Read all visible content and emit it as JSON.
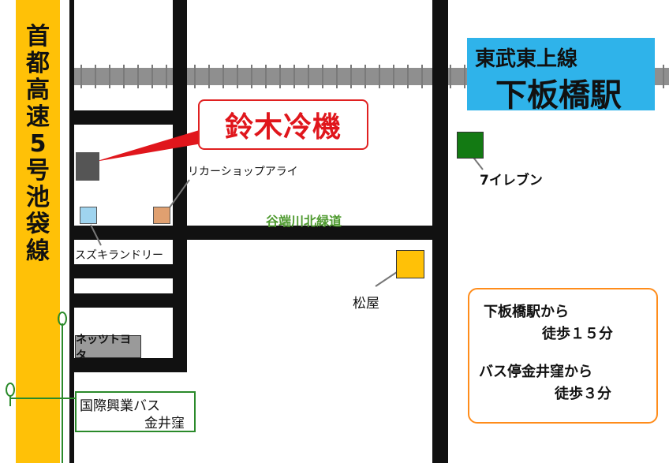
{
  "map": {
    "expressway_label": [
      "首",
      "都",
      "高",
      "速",
      "5",
      "号",
      "池",
      "袋",
      "線"
    ],
    "station": {
      "line": "東武東上線",
      "name": "下板橋駅"
    },
    "company": {
      "name": "鈴木冷機"
    },
    "landmarks": {
      "liquor_shop": "リカーショップアライ",
      "seven_eleven": "7イレブン",
      "river_path": "谷端川北緑道",
      "laundry": "スズキランドリー",
      "matsuya": "松屋",
      "netz_toyota": "ネッツトヨタ",
      "bus_stop_line1": "国際興業バス",
      "bus_stop_line2": "金井窪"
    },
    "access": {
      "line1": "下板橋駅から",
      "line2": "徒歩１５分",
      "line3": "バス停金井窪から",
      "line4": "徒歩３分"
    },
    "colors": {
      "expressway": "#ffc107",
      "station_box": "#2fb3ea",
      "company_red": "#e0161c",
      "seven_eleven": "#137a13",
      "matsuya": "#ffc107",
      "liquor_shop": "#e0a070",
      "laundry": "#9fd4ef",
      "access_border": "#ff8c1a",
      "bus_border": "#2a8a2a"
    }
  }
}
